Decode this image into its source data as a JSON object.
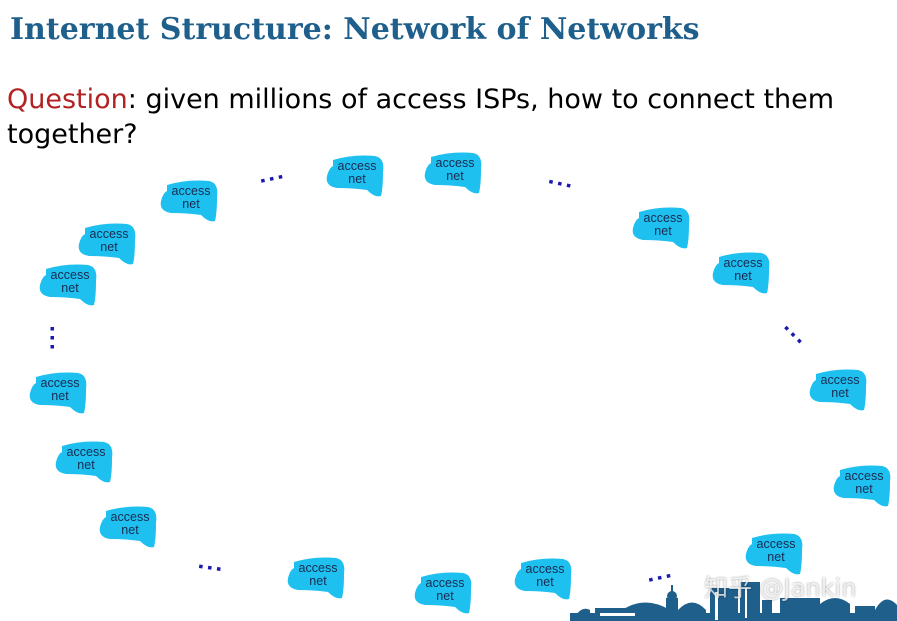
{
  "title": "Internet Structure: Network of Networks",
  "question": {
    "label": "Question",
    "text": ": given millions of access ISPs, how to connect them together?"
  },
  "access_net": {
    "line1": "access",
    "line2": "net"
  },
  "colors": {
    "title": "#1f5f8b",
    "question_label": "#b22222",
    "cloud": "#1ec0f0",
    "dots": "#1a1ab0",
    "skyline": "#1f5f8b"
  },
  "access_net_count": 16,
  "ellipsis_count": 6,
  "watermark": "知乎 @Jankin"
}
